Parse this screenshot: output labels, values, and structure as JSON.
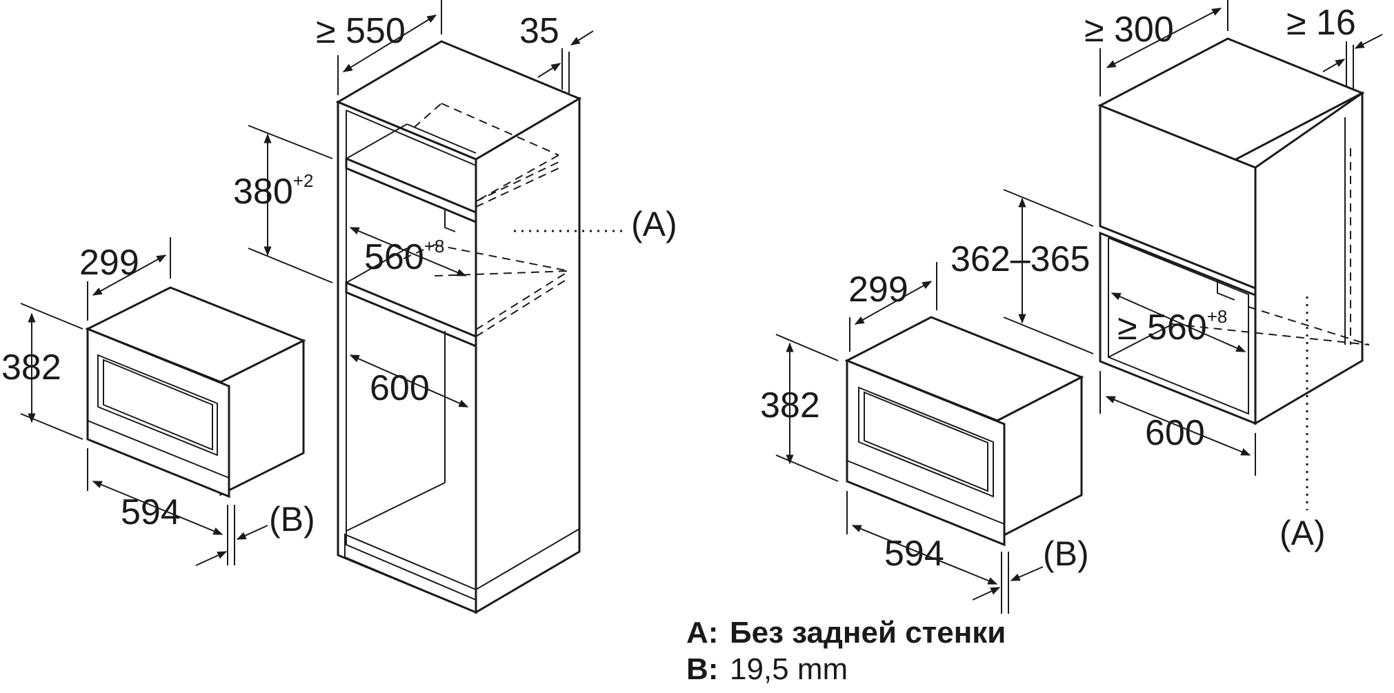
{
  "left_oven": {
    "depth": "299",
    "height": "382",
    "width": "594",
    "marker_b": "(B)"
  },
  "tall_cabinet": {
    "depth": "≥ 550",
    "side": "35",
    "niche_height_value": "380",
    "niche_height_tol": "+2",
    "niche_width_value": "560",
    "niche_width_tol": "+8",
    "inner_depth": "600",
    "marker_a": "(A)"
  },
  "right_oven": {
    "depth": "299",
    "height": "382",
    "width": "594",
    "marker_b": "(B)"
  },
  "wall_cabinet": {
    "depth": "≥ 300",
    "side": "≥ 16",
    "niche_height": "362–365",
    "niche_width_value": "≥ 560",
    "niche_width_tol": "+8",
    "inner_depth": "600",
    "marker_a": "(A)"
  },
  "legend": {
    "a_key": "A:",
    "a_text": "Без задней стенки",
    "b_key": "B:",
    "b_text": "19,5 mm"
  }
}
